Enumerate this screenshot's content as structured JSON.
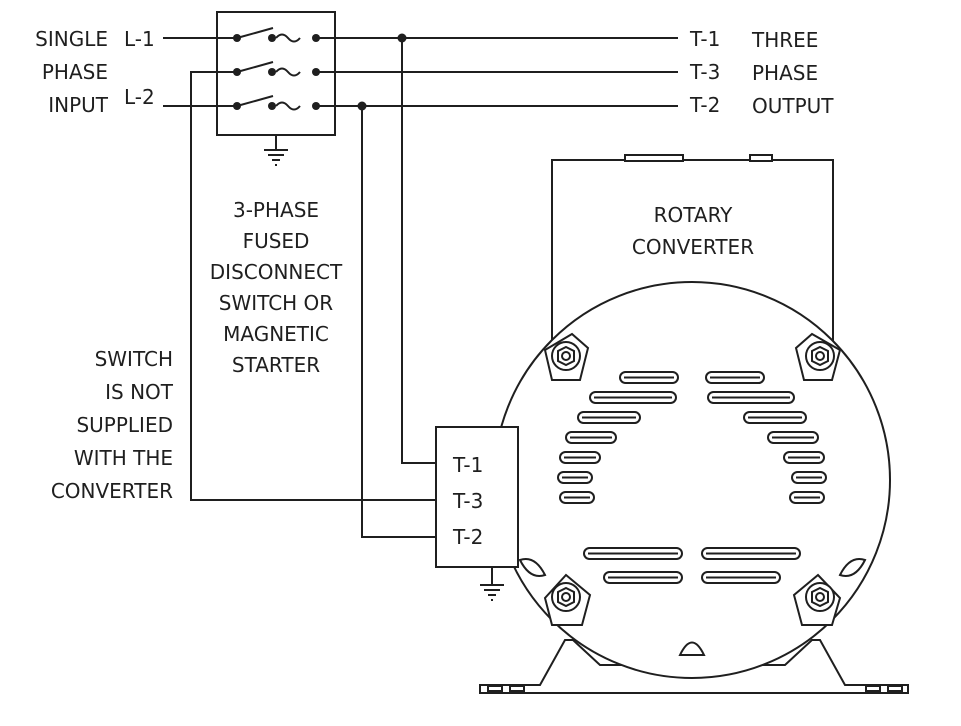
{
  "input": {
    "title_lines": [
      "SINGLE",
      "PHASE",
      "INPUT"
    ],
    "l1": "L-1",
    "l2": "L-2"
  },
  "output": {
    "terminals": [
      "T-1",
      "T-3",
      "T-2"
    ],
    "title_lines": [
      "THREE",
      "PHASE",
      "OUTPUT"
    ]
  },
  "switch": {
    "label_lines": [
      "3-PHASE",
      "FUSED",
      "DISCONNECT",
      "SWITCH OR",
      "MAGNETIC",
      "STARTER"
    ]
  },
  "note": {
    "lines": [
      "SWITCH",
      "IS NOT",
      "SUPPLIED",
      "WITH THE",
      "CONVERTER"
    ]
  },
  "converter": {
    "label_lines": [
      "ROTARY",
      "CONVERTER"
    ]
  },
  "terminal_box": {
    "terminals": [
      "T-1",
      "T-3",
      "T-2"
    ]
  }
}
